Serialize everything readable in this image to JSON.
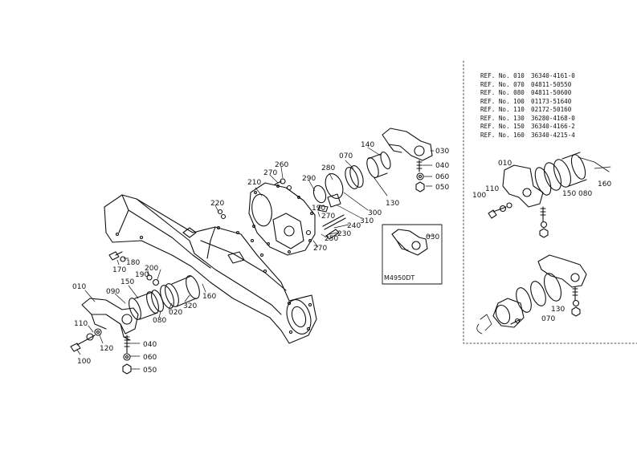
{
  "reference_table": {
    "rows": [
      {
        "label": "REF. No. 010",
        "part": "36340-4161-0"
      },
      {
        "label": "REF. No. 070",
        "part": "04811-50550"
      },
      {
        "label": "REF. No. 080",
        "part": "04811-50600"
      },
      {
        "label": "REF. No. 100",
        "part": "01173-51640"
      },
      {
        "label": "REF. No. 110",
        "part": "02172-50160"
      },
      {
        "label": "REF. No. 130",
        "part": "36280-4168-0"
      },
      {
        "label": "REF. No. 150",
        "part": "36340-4166-2"
      },
      {
        "label": "REF. No. 160",
        "part": "36340-4215-4"
      }
    ]
  },
  "detail_inset": {
    "model_code": "M4950DT",
    "part_label": "030"
  },
  "callouts": {
    "main": {
      "c010": "010",
      "c090": "090",
      "c150": "150",
      "c110": "110",
      "c120": "120",
      "c100": "100",
      "c170": "170",
      "c180": "180",
      "c190": "190",
      "c200": "200",
      "c020": "020",
      "c080": "080",
      "c320": "320",
      "c160": "160",
      "c040": "040",
      "c060": "060",
      "c050": "050",
      "c220": "220",
      "c210": "210",
      "c270a": "270",
      "c260": "260",
      "c290": "290",
      "c280": "280",
      "c070": "070",
      "c140": "140",
      "c030": "030",
      "c040b": "040",
      "c060b": "060",
      "c050b": "050",
      "c130": "130",
      "c300": "300",
      "c310": "310",
      "c240": "240",
      "c230": "230",
      "c250": "250",
      "c270b": "270",
      "c190b": "190",
      "c270c": "270"
    },
    "alt": {
      "c010": "010",
      "c110": "110",
      "c100": "100",
      "c150": "150",
      "c080": "080",
      "c160": "160",
      "c130": "130",
      "c070": "070"
    }
  }
}
